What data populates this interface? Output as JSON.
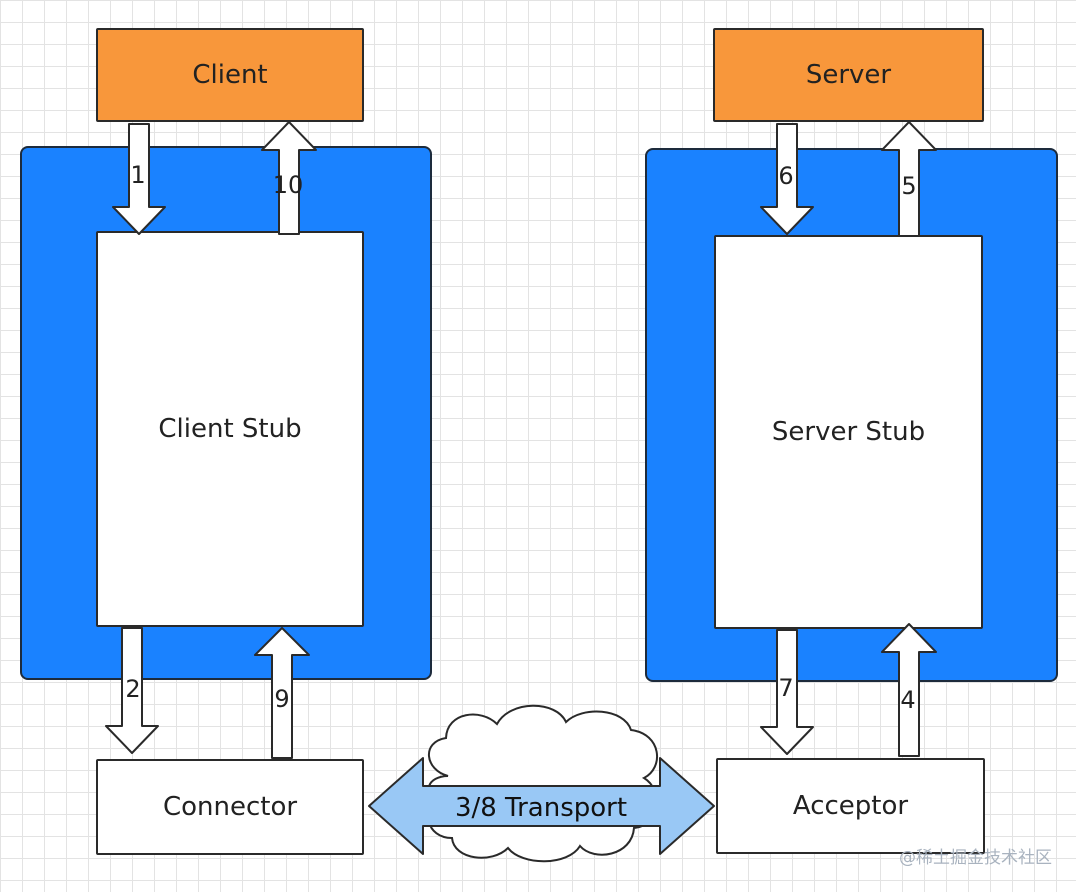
{
  "client": {
    "title": "Client",
    "stub": "Client Stub",
    "connector": "Connector",
    "steps": {
      "s1": "1",
      "s10": "10",
      "s2": "2",
      "s9": "9"
    }
  },
  "server": {
    "title": "Server",
    "stub": "Server Stub",
    "acceptor": "Acceptor",
    "steps": {
      "s6": "6",
      "s5": "5",
      "s7": "7",
      "s4": "4"
    }
  },
  "transport": {
    "label": "3/8 Transport"
  },
  "watermark": "@稀土掘金技术社区",
  "colors": {
    "orange": "#f8973b",
    "blue": "#1a82ff",
    "transport_arrow": "#99c8f5"
  }
}
